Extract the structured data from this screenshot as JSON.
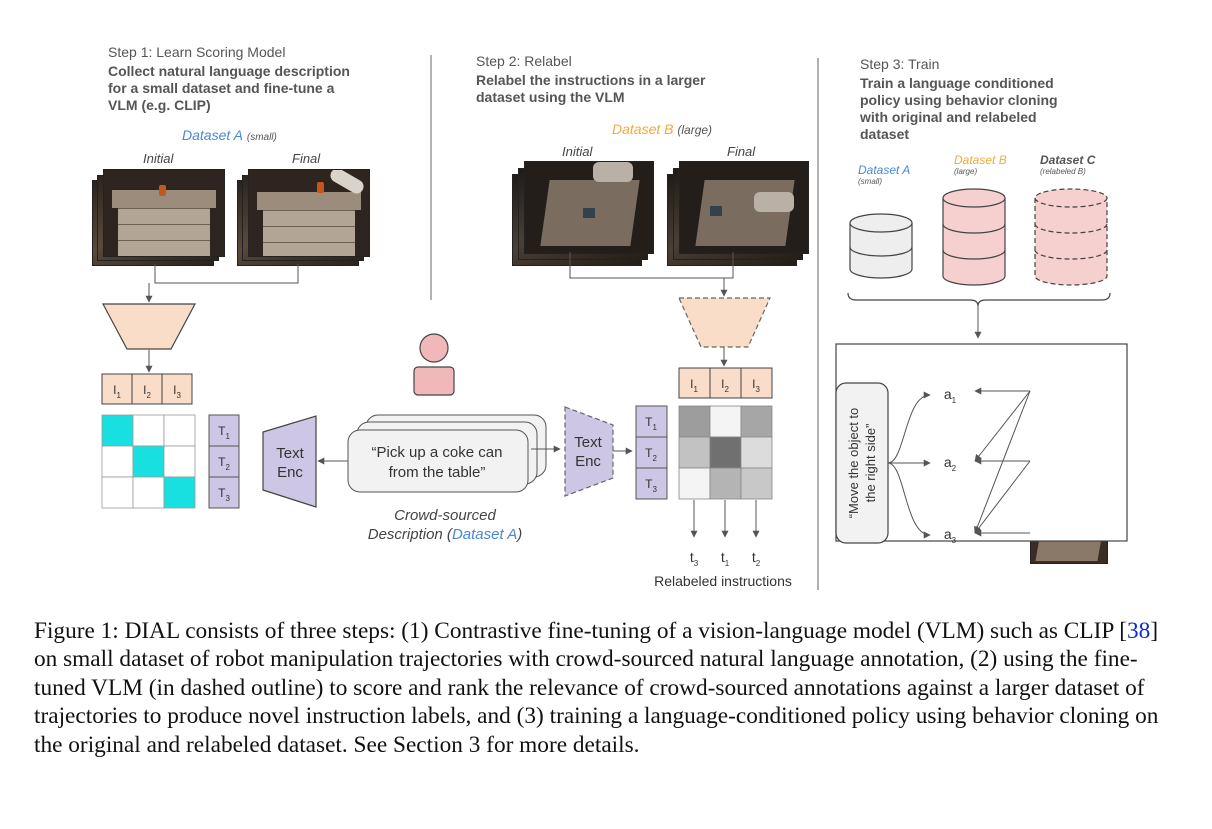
{
  "step1": {
    "label": "Step 1: Learn Scoring Model",
    "desc_lines": [
      "Collect natural language description",
      "for a small dataset and fine-tune a",
      "VLM (e.g. CLIP)"
    ],
    "dataset_name": "Dataset A",
    "dataset_size": "(small)",
    "initial_label": "Initial",
    "final_label": "Final",
    "image_tokens": [
      "I1",
      "I2",
      "I3"
    ],
    "text_tokens": [
      "T1",
      "T2",
      "T3"
    ],
    "text_encoder": [
      "Text",
      "Enc"
    ]
  },
  "center": {
    "speech_lines": [
      "“Pick up a coke can",
      "from the table”"
    ],
    "crowd_line1": "Crowd-sourced",
    "crowd_line2_prefix": "Description (",
    "crowd_line2_dataset": "Dataset A",
    "crowd_line2_suffix": ")"
  },
  "step2": {
    "label": "Step 2: Relabel",
    "desc_lines": [
      "Relabel the instructions in a larger",
      "dataset using the VLM"
    ],
    "dataset_name": "Dataset B",
    "dataset_size": "(large)",
    "initial_label": "Initial",
    "final_label": "Final",
    "text_encoder": [
      "Text",
      "Enc"
    ],
    "outputs": [
      "t3",
      "t1",
      "t2"
    ],
    "relabeled_label": "Relabeled instructions"
  },
  "step3": {
    "label": "Step 3: Train",
    "desc_lines": [
      "Train a language conditioned",
      "policy using behavior cloning",
      "with original and relabeled",
      "dataset"
    ],
    "datasets": [
      {
        "name": "Dataset A",
        "note": "(small)"
      },
      {
        "name": "Dataset B",
        "note": "(large)"
      },
      {
        "name": "Dataset C",
        "note": "(relabeled B)"
      }
    ],
    "instruction_lines": [
      "“Move the object to",
      "the right side”"
    ],
    "actions": [
      "a1",
      "a2",
      "a3"
    ]
  },
  "caption": {
    "text_before_ref": "Figure 1: DIAL consists of three steps: (1) Contrastive fine-tuning of a vision-language model (VLM) such as CLIP [",
    "ref": "38",
    "text_after_ref": "] on small dataset of robot manipulation trajectories with crowd-sourced natural language annotation, (2) using the fine-tuned VLM (in dashed outline) to score and rank the relevance of crowd-sourced annotations against a larger dataset of trajectories to produce novel instruction labels, and (3) training a language-conditioned policy using behavior cloning on the original and relabeled dataset. See Section 3 for more details."
  },
  "colors": {
    "encoder_fill": "#f9ddc8",
    "text_enc_fill": "#cdc6e4",
    "highlight": "#19e0e0",
    "person_fill": "#f0b8b8",
    "dataset_a": "#4a86d8",
    "dataset_b": "#f0a93a",
    "db_pink": "#f6cfcf"
  }
}
